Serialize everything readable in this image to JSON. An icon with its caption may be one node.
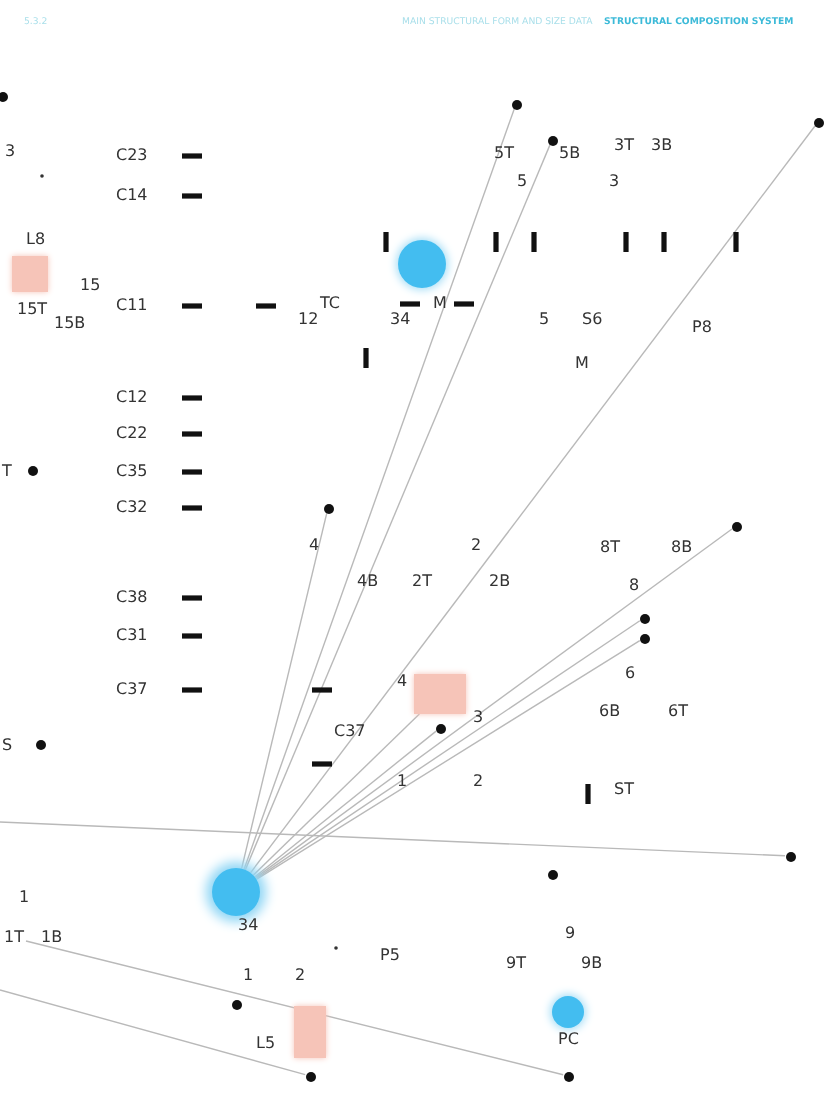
{
  "diagram": {
    "nodes": [
      {
        "text": [
          "34"
        ]
      },
      {
        "text": [
          "M"
        ]
      },
      {
        "text": [
          "PC"
        ]
      },
      {
        "text": [
          "L8"
        ]
      },
      {
        "text": [
          "L5"
        ]
      },
      {
        "text": [
          "4"
        ]
      },
      {
        "text": [],
        "shape": "circle"
      },
      {
        "text": [],
        "shape": "circle"
      },
      {
        "text": [],
        "shape": "circle"
      },
      {
        "text": [],
        "shape": "circle"
      },
      {
        "text": [],
        "shape": "circle"
      },
      {
        "text": [],
        "shape": "circle"
      },
      {
        "text": [],
        "shape": "circle"
      },
      {
        "text": [],
        "shape": "circle"
      },
      {
        "text": [],
        "shape": "circle"
      },
      {
        "text": [],
        "shape": "circle"
      },
      {
        "text": [],
        "shape": "circle"
      },
      {
        "text": [],
        "shape": "circle"
      },
      {
        "text": [],
        "shape": "circle"
      },
      {
        "text": [],
        "shape": "circle"
      },
      {
        "text": [],
        "shape": "circle"
      },
      {
        "text": [],
        "shape": "circle"
      },
      {
        "text": [
          "1T"
        ]
      }
    ],
    "edges": [
      {
        "from": 0,
        "to": 6,
        "arrow": "none"
      },
      {
        "from": 0,
        "to": 7,
        "arrow": "none"
      },
      {
        "from": 0,
        "to": 8,
        "arrow": "none"
      },
      {
        "from": 0,
        "to": 9,
        "arrow": "none"
      },
      {
        "from": 0,
        "to": 10,
        "arrow": "none"
      },
      {
        "from": 0,
        "to": 11,
        "arrow": "none"
      },
      {
        "from": 0,
        "to": 12,
        "arrow": "none"
      },
      {
        "from": 0,
        "to": 13,
        "arrow": "none"
      },
      {
        "from": 0,
        "to": 5,
        "arrow": "none"
      },
      {
        "from": null,
        "to": 14,
        "arrow": "none"
      },
      {
        "from": 22,
        "to": 18,
        "arrow": "none"
      },
      {
        "from": null,
        "to": 17,
        "arrow": "none"
      }
    ],
    "labels": [
      "5.3.2",
      "MAIN STRUCTURAL FORM AND SIZE DATA",
      "STRUCTURAL COMPOSITION SYSTEM",
      "3",
      "C23",
      "5T",
      "5B",
      "3T",
      "3B",
      "5",
      "3",
      "C14",
      "15",
      "15T",
      "15B",
      "C11",
      "12",
      "TC",
      "34",
      "5",
      "S6",
      "P8",
      "M",
      "C12",
      "C22",
      "T",
      "C35",
      "C32",
      "4",
      "2",
      "8T",
      "8B",
      "4B",
      "2T",
      "2B",
      "8",
      "C38",
      "C31",
      "6",
      "C37",
      "3",
      "6B",
      "6T",
      "S",
      "C37",
      "1",
      "2",
      "ST",
      "1",
      "1B",
      "9",
      "1",
      "2",
      "P5",
      "9T",
      "9B"
    ]
  }
}
